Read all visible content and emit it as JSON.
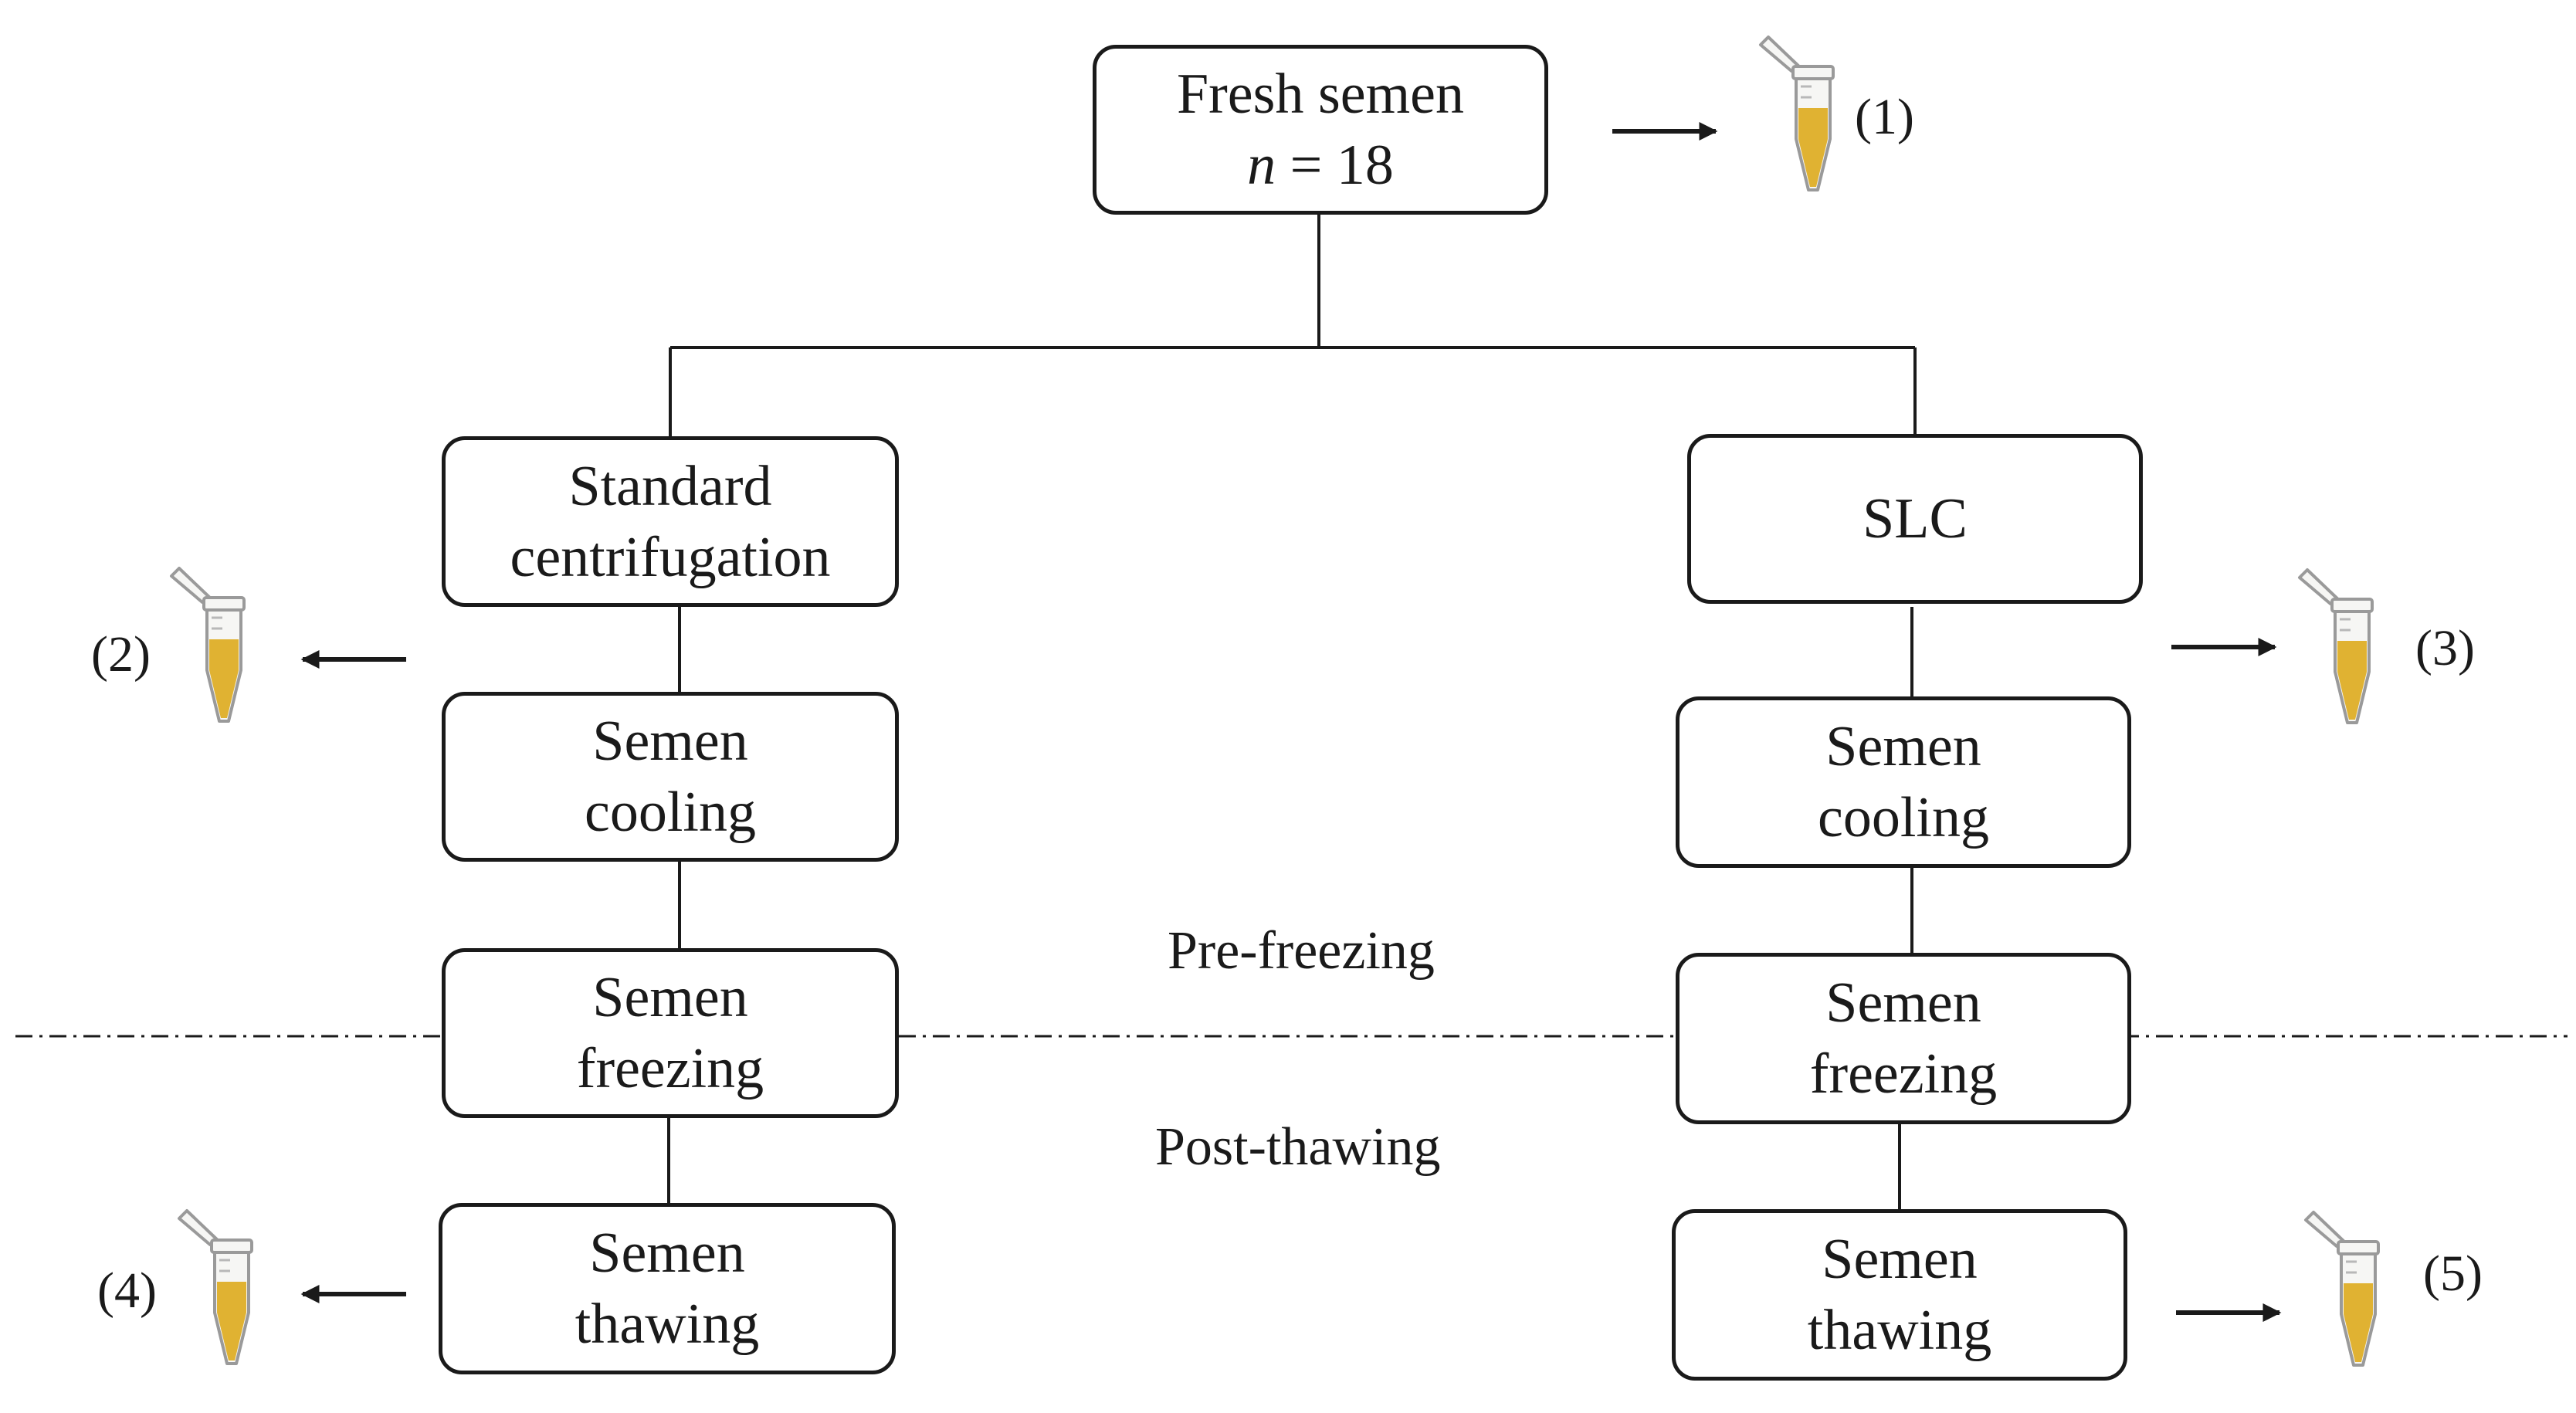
{
  "boxes": {
    "fresh": {
      "line1": "Fresh semen",
      "n_italic": "n",
      "n_rest": " = 18"
    },
    "left": {
      "centrifugation": {
        "line1": "Standard",
        "line2": "centrifugation"
      },
      "cooling": {
        "line1": "Semen",
        "line2": "cooling"
      },
      "freezing": {
        "line1": "Semen",
        "line2": "freezing"
      },
      "thawing": {
        "line1": "Semen",
        "line2": "thawing"
      }
    },
    "right": {
      "slc": {
        "line1": "SLC"
      },
      "cooling": {
        "line1": "Semen",
        "line2": "cooling"
      },
      "freezing": {
        "line1": "Semen",
        "line2": "freezing"
      },
      "thawing": {
        "line1": "Semen",
        "line2": "thawing"
      }
    }
  },
  "phases": {
    "pre": "Pre-freezing",
    "post": "Post-thawing"
  },
  "samples": [
    "(1)",
    "(2)",
    "(3)",
    "(4)",
    "(5)"
  ],
  "colors": {
    "line": "#1a1a1a",
    "semen": "#e0b232",
    "tube_body": "#f6f6f4",
    "tube_outline": "#9a9a9a"
  },
  "icons": [
    "tube-icon"
  ]
}
